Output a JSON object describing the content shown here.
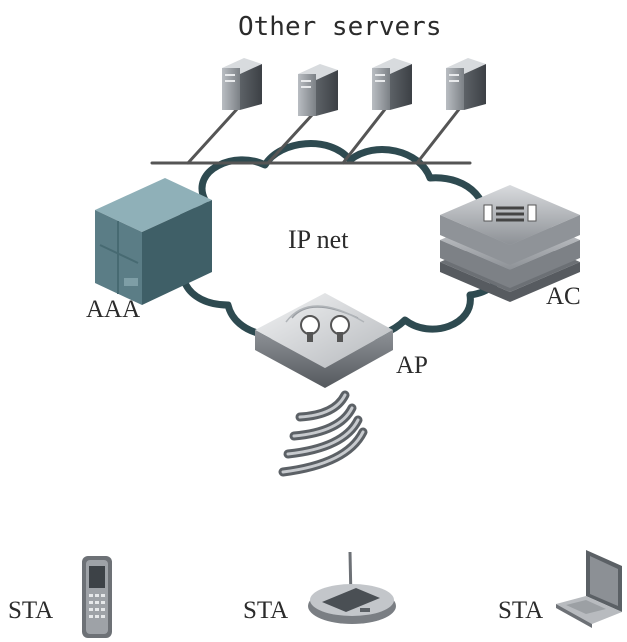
{
  "labels": {
    "other_servers": "Other servers",
    "ip_net": "IP net",
    "aaa": "AAA",
    "ac": "AC",
    "ap": "AP",
    "sta_phone": "STA",
    "sta_pda": "STA",
    "sta_laptop": "STA"
  },
  "colors": {
    "device_light": "#c9ccd0",
    "device_mid": "#9fa3a8",
    "device_dark": "#4e5358",
    "aaa_front": "#5b7d86",
    "aaa_top": "#8fb0b8",
    "aaa_side": "#3f5f67",
    "cloud_outline": "#2e4a50",
    "cloud_fill": "#ffffff",
    "bus_line": "#555555"
  }
}
